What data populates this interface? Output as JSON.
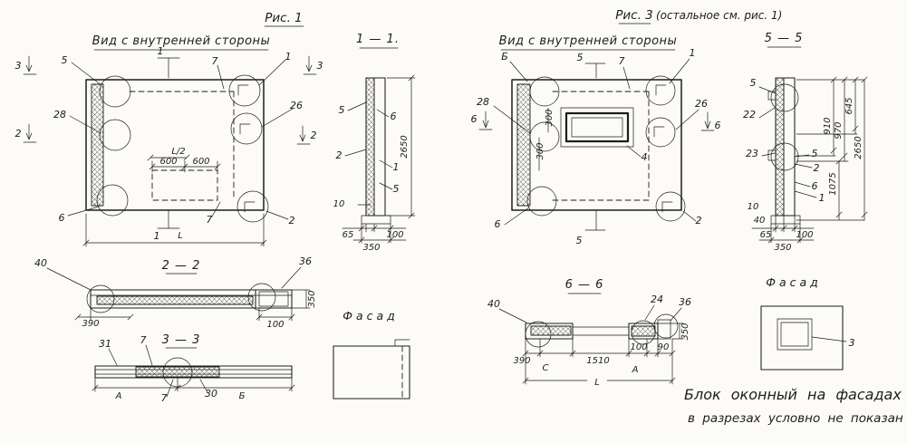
{
  "colors": {
    "ink": "#1d1d1d",
    "paper": "#fcfbf7"
  },
  "fig1": {
    "title": "Рис. 1",
    "view_label": "Вид с внутренней стороны",
    "plan": {
      "cut_top": "1",
      "cut_bottom": "1",
      "cut_left_upper": "3",
      "cut_right_upper": "3",
      "cut_left_lower": "2",
      "cut_right_lower": "2",
      "callout_5": "5",
      "callout_7_top": "7",
      "callout_1": "1",
      "callout_28": "28",
      "callout_26": "26",
      "callout_6": "6",
      "callout_2": "2",
      "callout_7_bottom": "7",
      "dim_half_length": "L/2",
      "dim_600_left": "600",
      "dim_600_right": "600",
      "dim_length": "L"
    },
    "section_1_1": {
      "header": "1 — 1.",
      "callout_5_left": "5",
      "callout_6": "6",
      "callout_2": "2",
      "callout_1": "1",
      "callout_5_right": "5",
      "dim_height": "2650",
      "dim_10": "10",
      "dim_65": "65",
      "dim_100": "100",
      "dim_350": "350"
    },
    "section_2_2": {
      "header": "2 — 2",
      "callout_40": "40",
      "callout_36": "36",
      "dim_390": "390",
      "dim_100": "100",
      "dim_350": "350"
    },
    "section_3_3": {
      "header": "3 — 3",
      "callout_31": "31",
      "callout_7_top": "7",
      "callout_7_bottom": "7",
      "callout_30": "30",
      "dim_a": "А",
      "dim_b": "Б"
    },
    "facade": {
      "label": "Фасад"
    }
  },
  "fig3": {
    "title": "Рис. 3",
    "title_note": "(остальное см. рис. 1)",
    "view_label": "Вид с внутренней стороны",
    "plan": {
      "cut_top": "5",
      "cut_bottom": "5",
      "cut_left": "6",
      "cut_right": "6",
      "callout_b": "Б",
      "callout_7": "7",
      "callout_1": "1",
      "callout_28": "28",
      "callout_26": "26",
      "callout_4": "4",
      "callout_6": "6",
      "callout_2": "2",
      "dim_300_upper": "300",
      "dim_300_lower": "300"
    },
    "section_5_5": {
      "header": "5 — 5",
      "callout_5_top": "5",
      "callout_22": "22",
      "callout_23": "23",
      "callout_5_right": "5",
      "callout_2": "2",
      "callout_6": "6",
      "callout_1": "1",
      "dim_645": "645",
      "dim_910": "910",
      "dim_970": "970",
      "dim_1075": "1075",
      "dim_height": "2650",
      "dim_10": "10",
      "dim_40": "40",
      "dim_65": "65",
      "dim_100": "100",
      "dim_350": "350"
    },
    "section_6_6": {
      "header": "6 — 6",
      "callout_40": "40",
      "callout_24": "24",
      "callout_36": "36",
      "dim_390": "390",
      "dim_c": "С",
      "dim_1510": "1510",
      "dim_a": "А",
      "dim_100": "100",
      "dim_90": "90",
      "dim_350": "350",
      "dim_length": "L"
    },
    "facade": {
      "label": "Фасад",
      "callout_3": "3"
    }
  },
  "note": {
    "line1": "Блок оконный на фасадах и",
    "line2": "в разрезах условно не показан"
  }
}
